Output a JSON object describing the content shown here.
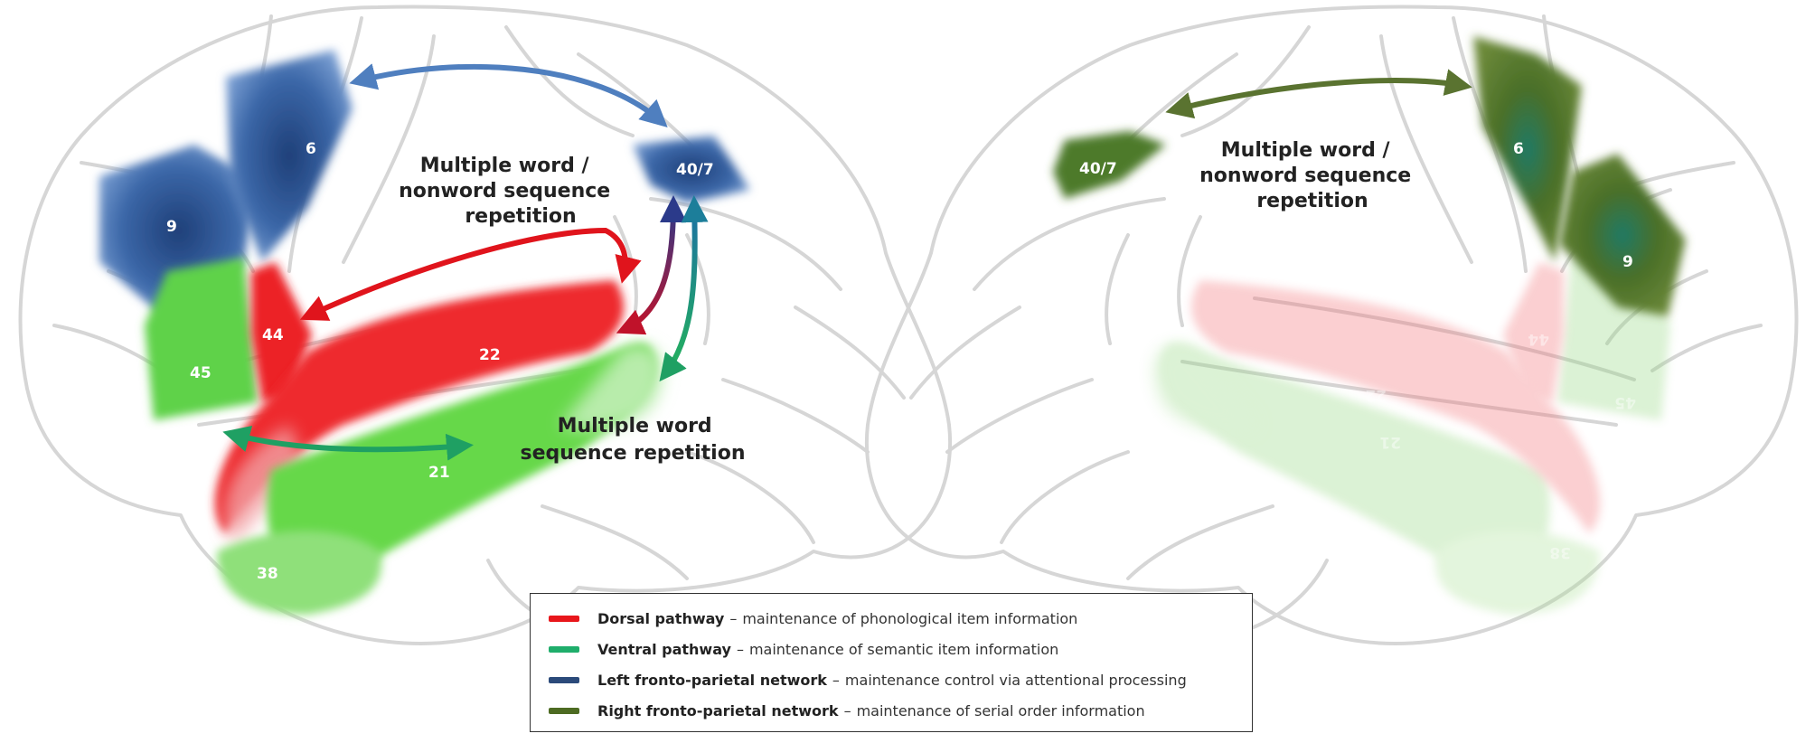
{
  "colors": {
    "dorsal": "#e8161b",
    "ventral": "#59d13c",
    "left_fp": "#2b5797",
    "right_fp": "#4d6b22",
    "brain_outline": "#d6d6d6"
  },
  "left_hemisphere": {
    "areas": {
      "a6": "6",
      "a9": "9",
      "a44": "44",
      "a45": "45",
      "a22": "22",
      "a21": "21",
      "a38": "38",
      "a40_7": "40/7"
    },
    "annotation_top": [
      "Multiple word /",
      "nonword sequence",
      "repetition"
    ],
    "annotation_bottom": [
      "Multiple word",
      "sequence repetition"
    ]
  },
  "right_hemisphere": {
    "areas": {
      "a6": "6",
      "a9": "9",
      "a40_7": "40/7",
      "a44": "44",
      "a45": "45",
      "a22": "22",
      "a21": "21",
      "a38": "38"
    },
    "annotation": [
      "Multiple word /",
      "nonword sequence",
      "repetition"
    ]
  },
  "legend": {
    "items": [
      {
        "name": "Dorsal pathway",
        "desc": "maintenance of phonological item information",
        "color": "#e8161b"
      },
      {
        "name": "Ventral pathway",
        "desc": "maintenance of semantic item information",
        "color": "#1fae6b"
      },
      {
        "name": "Left fronto-parietal network",
        "desc": "maintenance control via attentional processing",
        "color": "#2b4a7a"
      },
      {
        "name": "Right fronto-parietal network",
        "desc": "maintenance of serial order information",
        "color": "#4d6b22"
      }
    ]
  }
}
